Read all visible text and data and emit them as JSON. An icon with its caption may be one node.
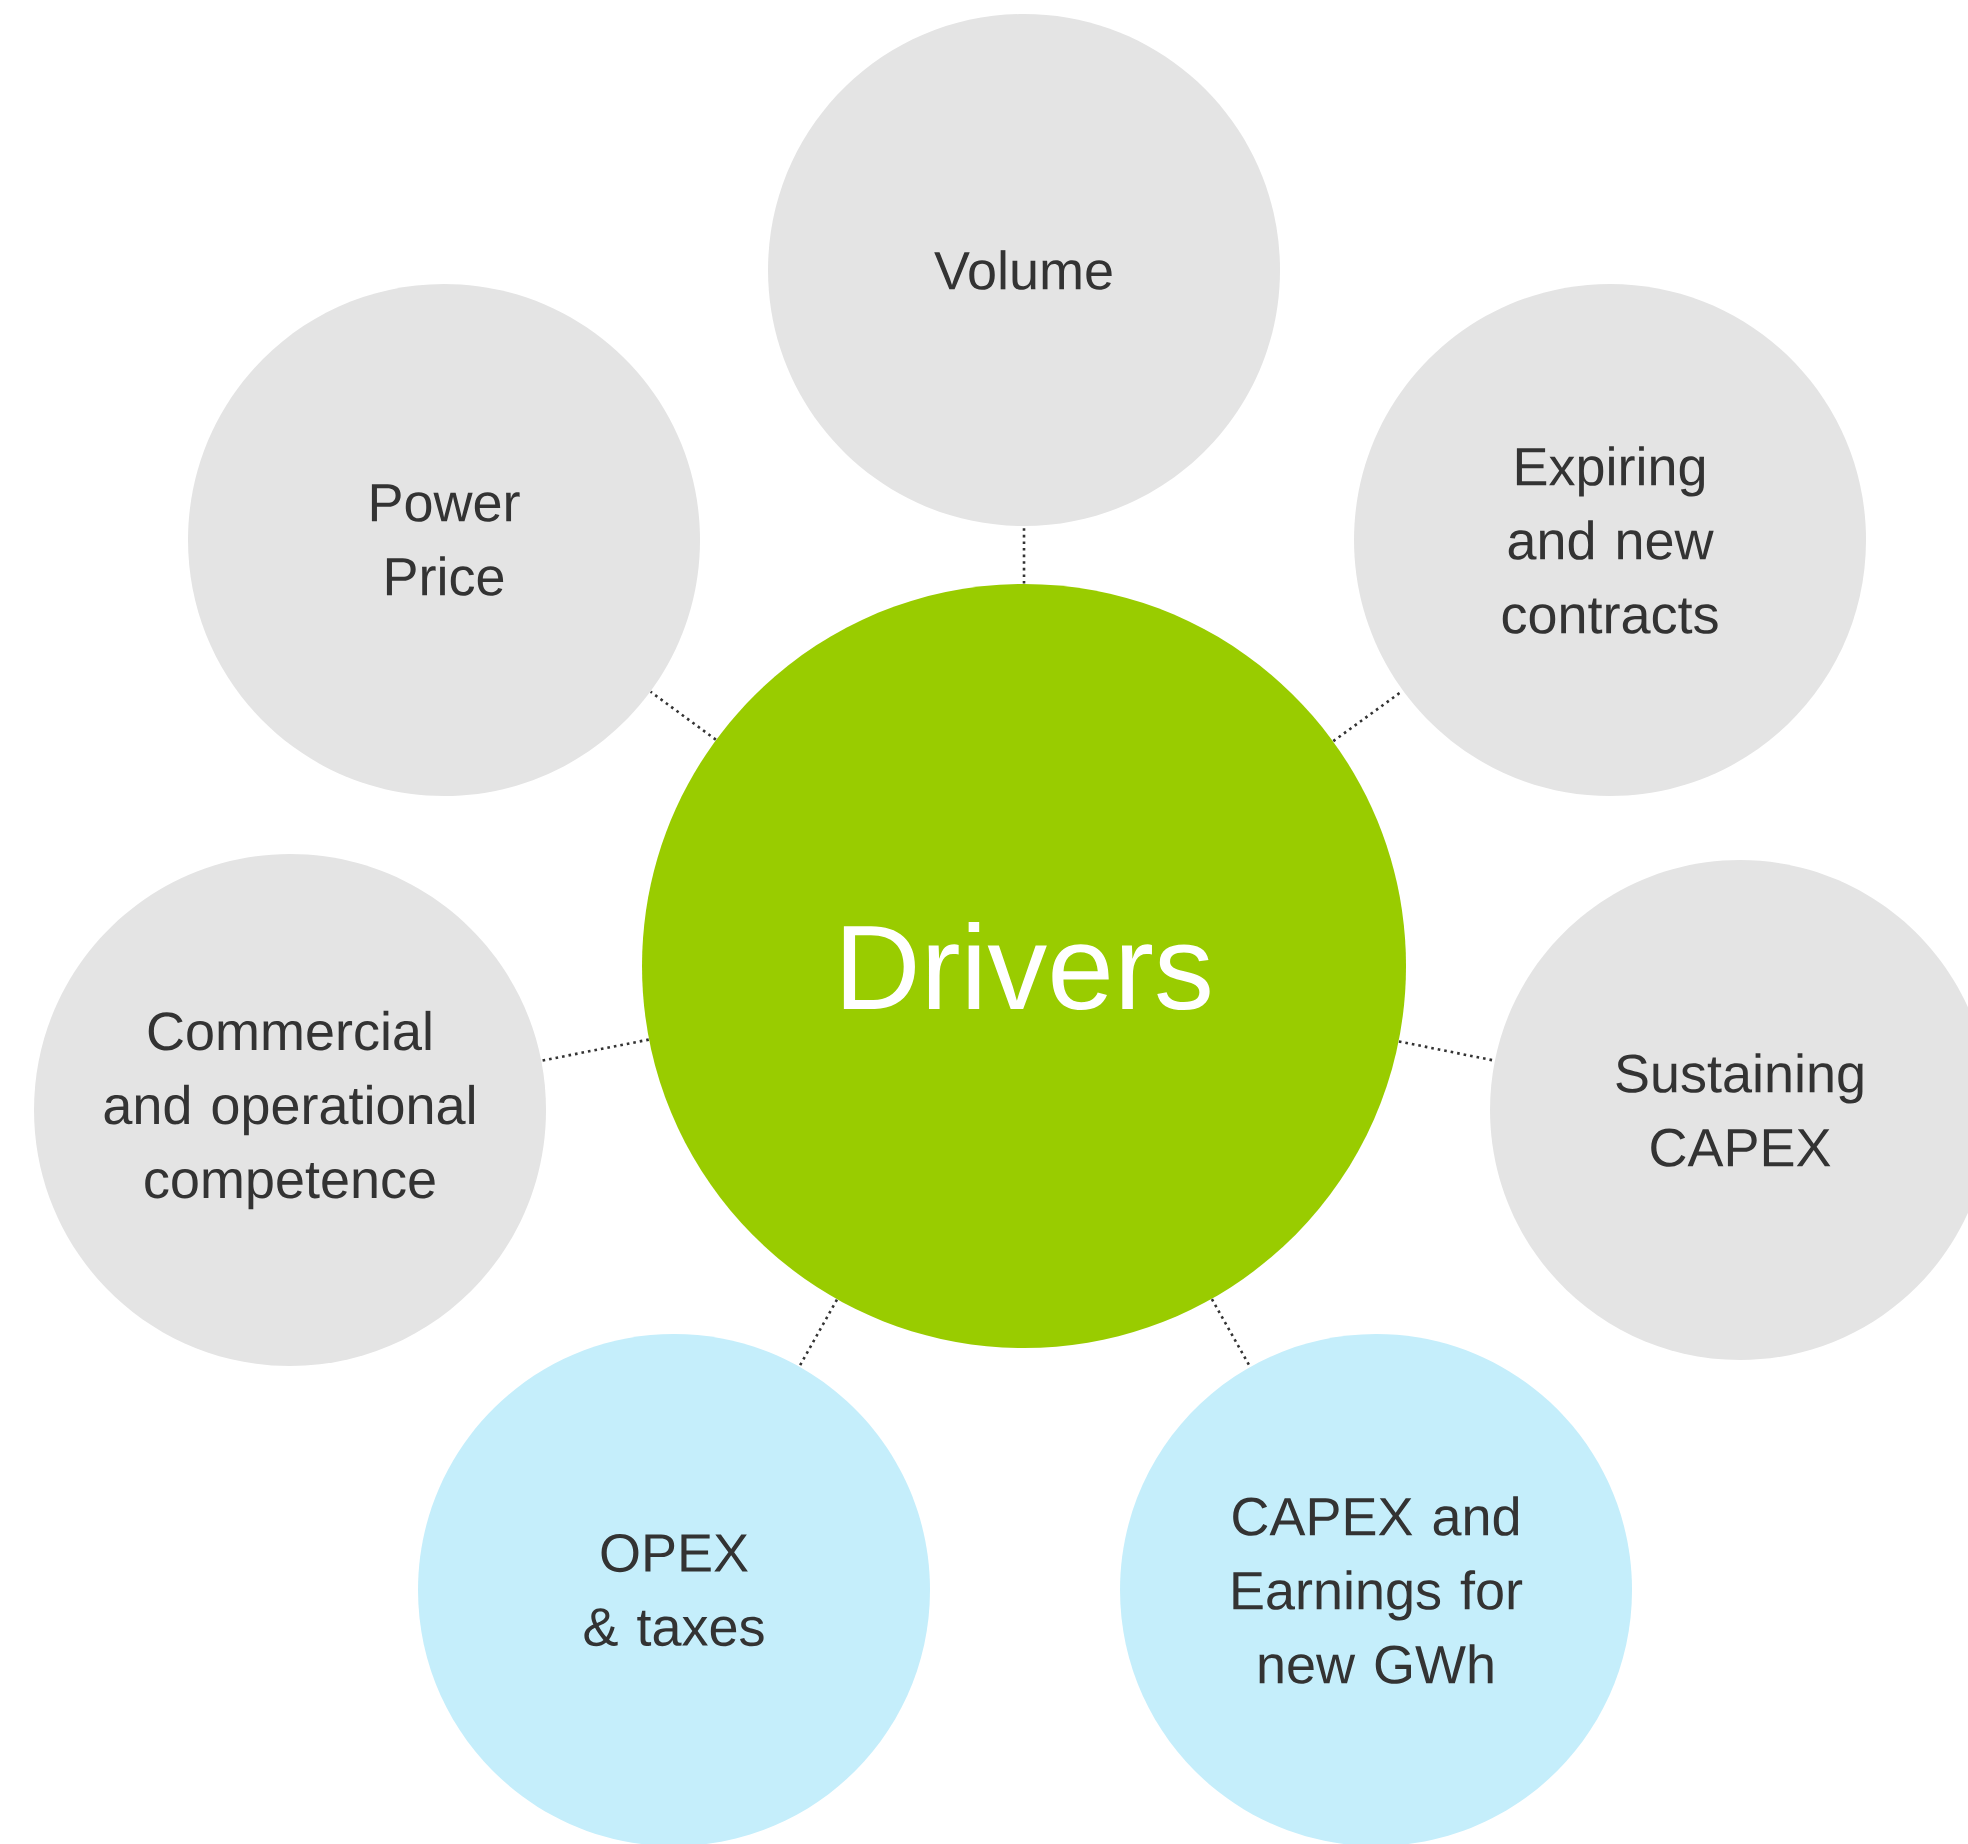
{
  "diagram": {
    "nodes": [
      {
        "text": [
          "Volume"
        ]
      },
      {
        "text": [
          "Power Price"
        ]
      },
      {
        "text": [
          "Expiring and new contracts"
        ]
      },
      {
        "text": [
          "Drivers"
        ]
      },
      {
        "text": [
          "Commercial and operational competence"
        ]
      },
      {
        "text": [
          "Sustaining CAPEX"
        ]
      },
      {
        "text": [
          "OPEX & taxes"
        ]
      },
      {
        "text": [
          "CAPEX and Earnings for new GWh"
        ]
      }
    ],
    "edges": [
      {
        "from": 3,
        "to": 0,
        "arrow": "none"
      },
      {
        "from": 3,
        "to": 1,
        "arrow": "none"
      },
      {
        "from": 3,
        "to": 2,
        "arrow": "none"
      },
      {
        "from": 3,
        "to": 4,
        "arrow": "none"
      },
      {
        "from": 3,
        "to": 5,
        "arrow": "none"
      },
      {
        "from": 3,
        "to": 6,
        "arrow": "none"
      },
      {
        "from": 3,
        "to": 7,
        "arrow": "none"
      }
    ]
  }
}
